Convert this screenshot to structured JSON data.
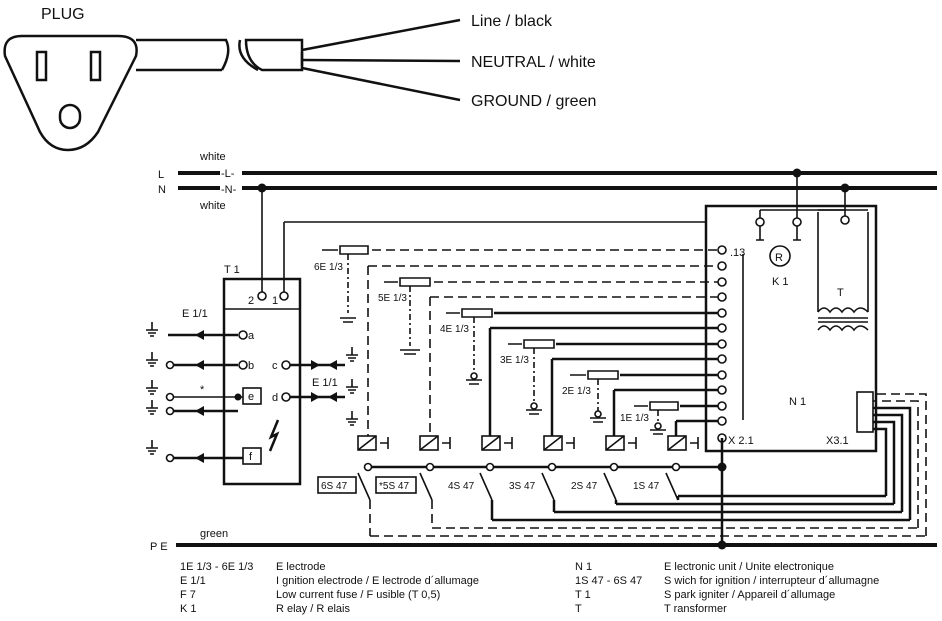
{
  "plug": {
    "title": "PLUG",
    "wires": [
      "Line / black",
      "NEUTRAL / white",
      "GROUND / green"
    ]
  },
  "bus": {
    "l_label": "L",
    "n_label": "N",
    "white_top": "white",
    "l_tag": "-L-",
    "n_tag": "-N-",
    "white_bottom": "white",
    "pe_label": "P E",
    "green_label": "green"
  },
  "transformer_t1": {
    "label": "T 1",
    "terminals": [
      "2",
      "1"
    ],
    "outputs": [
      "a",
      "b",
      "c",
      "d",
      "e",
      "f"
    ],
    "star": "*"
  },
  "electrode_labels": [
    "E 1/1",
    "E 1/1"
  ],
  "electrodes": [
    "6E 1/3",
    "5E 1/3",
    "4E 1/3",
    "3E 1/3",
    "2E 1/3",
    "1E 1/3"
  ],
  "switches": [
    "6S 47",
    "*5S 47",
    "4S 47",
    "3S 47",
    "2S 47",
    "1S 47"
  ],
  "unit": {
    "label": "N 1",
    "x13": ".13",
    "x21": "X 2.1",
    "x31": "X3.1",
    "relay": "K 1",
    "relay_symbol": "R",
    "transformer": "T"
  },
  "legend": {
    "left": [
      {
        "code": "1E 1/3 - 6E 1/3",
        "text": "E lectrode"
      },
      {
        "code": "E 1/1",
        "text": "I gnition electrode / E lectrode d´allumage"
      },
      {
        "code": "F 7",
        "text": "Low current fuse / F usible (T 0,5)"
      },
      {
        "code": "K 1",
        "text": "R elay / R elais"
      }
    ],
    "right": [
      {
        "code": "N 1",
        "text": "E lectronic unit / Unite electronique"
      },
      {
        "code": "1S 47 - 6S 47",
        "text": "S wich for ignition / interrupteur d´allumagne"
      },
      {
        "code": "T 1",
        "text": "S park igniter / Appareil d´allumage"
      },
      {
        "code": "T",
        "text": "T ransformer"
      }
    ]
  }
}
